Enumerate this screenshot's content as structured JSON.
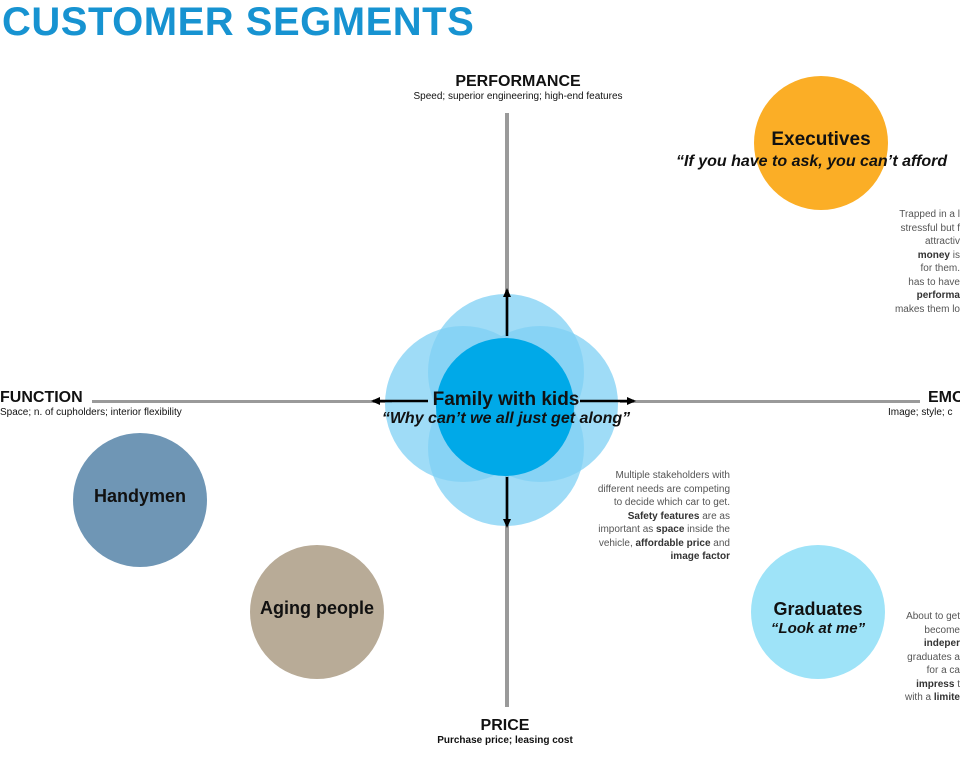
{
  "page": {
    "title": "CUSTOMER SEGMENTS"
  },
  "axes": {
    "top": {
      "label": "PERFORMANCE",
      "sub": "Speed; superior engineering; high-end features"
    },
    "left": {
      "label": "FUNCTION",
      "sub": "Space; n. of cupholders; interior flexibility"
    },
    "right": {
      "label": "EMO",
      "sub": "Image; style; c"
    },
    "bottom": {
      "label": "PRICE",
      "sub": "Purchase price; leasing cost"
    }
  },
  "center": {
    "name": "Family with kids",
    "quote": "“Why can’t we all just get along”",
    "note_lines": [
      [
        {
          "t": "Multiple stakeholders with"
        }
      ],
      [
        {
          "t": "different needs are competing"
        }
      ],
      [
        {
          "t": "to decide which car to get."
        }
      ],
      [
        {
          "t": "Safety features",
          "b": true
        },
        {
          "t": " are as"
        }
      ],
      [
        {
          "t": "important as "
        },
        {
          "t": "space",
          "b": true
        },
        {
          "t": " inside the"
        }
      ],
      [
        {
          "t": "vehicle, "
        },
        {
          "t": "affordable price",
          "b": true
        },
        {
          "t": " and"
        }
      ],
      [
        {
          "t": "image factor",
          "b": true
        }
      ]
    ]
  },
  "segments": {
    "executives": {
      "name": "Executives",
      "quote": "“If you have to ask, you can’t afford",
      "note_lines": [
        [
          {
            "t": "Trapped in a l"
          }
        ],
        [
          {
            "t": "stressful but f"
          }
        ],
        [
          {
            "t": "attractiv"
          }
        ],
        [
          {
            "t": "money",
            "b": true
          },
          {
            "t": " is"
          }
        ],
        [
          {
            "t": "for them."
          }
        ],
        [
          {
            "t": "has to have"
          }
        ],
        [
          {
            "t": "performa",
            "b": true
          }
        ],
        [
          {
            "t": "makes them lo"
          }
        ]
      ]
    },
    "handymen": {
      "name": "Handymen"
    },
    "aging": {
      "name": "Aging people"
    },
    "graduates": {
      "name": "Graduates",
      "quote": "“Look at me”",
      "note_lines": [
        [
          {
            "t": "About to get"
          }
        ],
        [
          {
            "t": "become"
          }
        ],
        [
          {
            "t": "indeper",
            "b": true
          }
        ],
        [
          {
            "t": "graduates a"
          }
        ],
        [
          {
            "t": "for a ca"
          }
        ],
        [
          {
            "t": "impress",
            "b": true
          },
          {
            "t": " t"
          }
        ],
        [
          {
            "t": "with a "
          },
          {
            "t": "limite",
            "b": true
          }
        ]
      ]
    }
  },
  "colors": {
    "title": "#1793d1",
    "axis": "#9a9a9a",
    "center_petal": "#7fd0f4",
    "center_core": "#00a9e8",
    "executives": "#fbae26",
    "handymen": "#6f96b5",
    "aging": "#b8ab97",
    "graduates": "#9ee3f8"
  }
}
